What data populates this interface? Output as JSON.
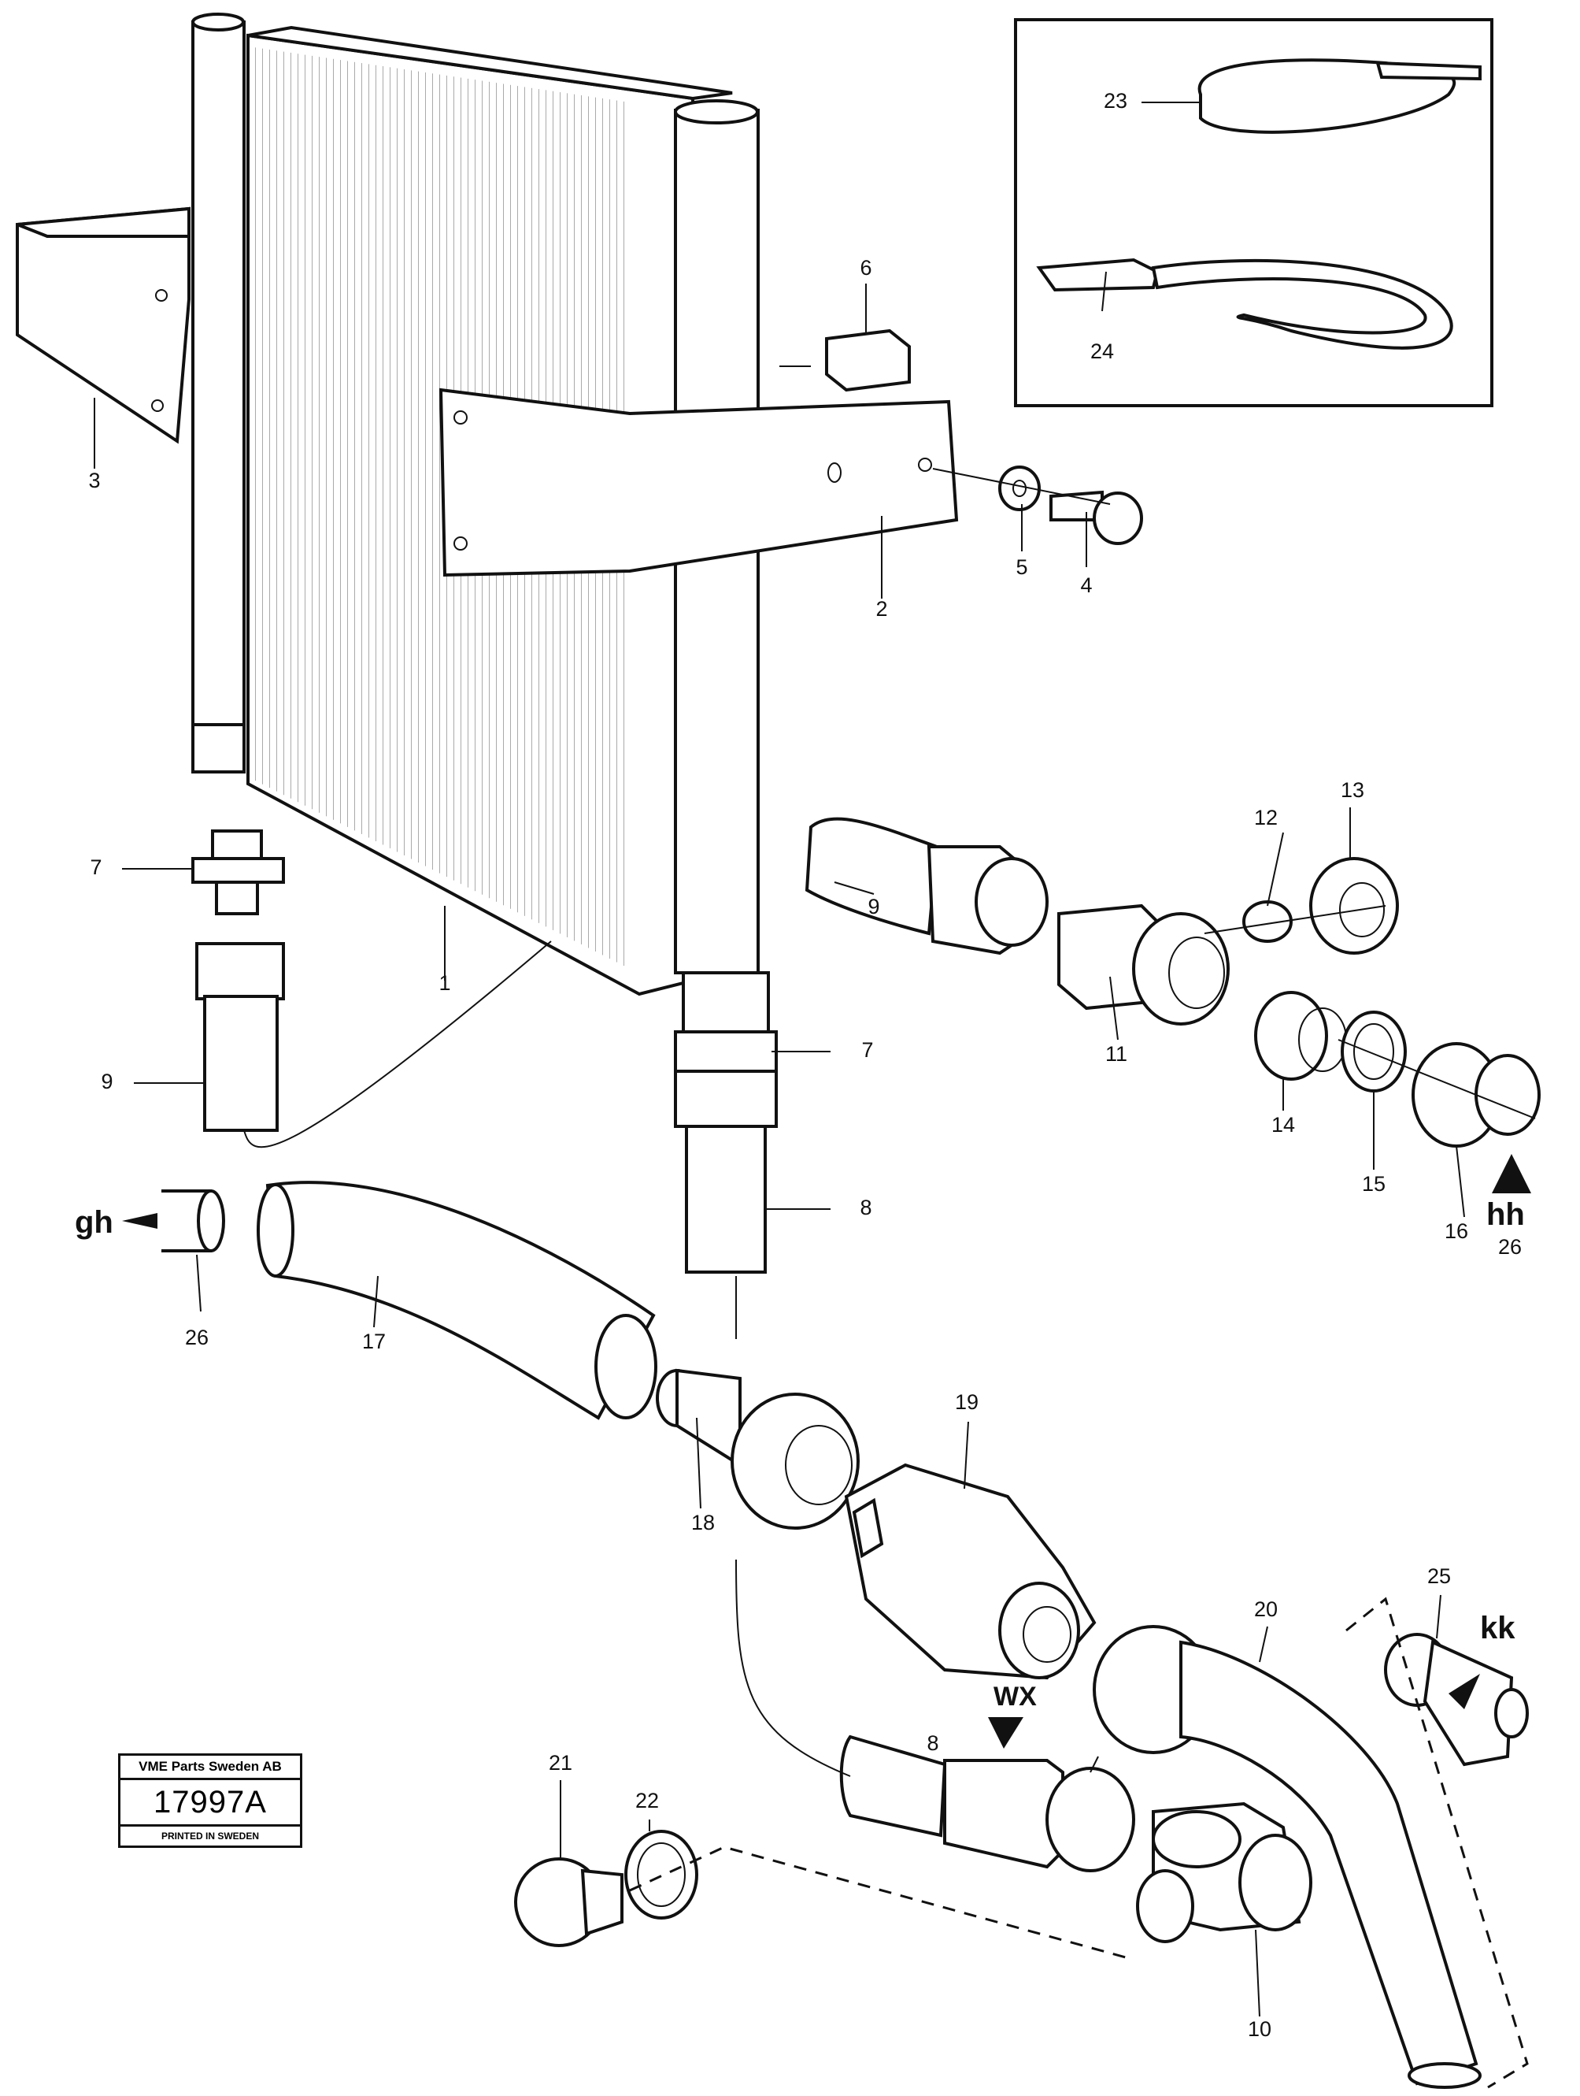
{
  "callouts": {
    "n1": "1",
    "n2": "2",
    "n3": "3",
    "n4": "4",
    "n5": "5",
    "n6": "6",
    "n7a": "7",
    "n7b": "7",
    "n8a": "8",
    "n8b": "8",
    "n9a": "9",
    "n9b": "9",
    "n10": "10",
    "n11": "11",
    "n12": "12",
    "n13": "13",
    "n14": "14",
    "n15": "15",
    "n16": "16",
    "n17": "17",
    "n18": "18",
    "n19": "19",
    "n20": "20",
    "n21": "21",
    "n22": "22",
    "n23": "23",
    "n24": "24",
    "n25": "25",
    "n26a": "26",
    "n26b": "26"
  },
  "markers": {
    "gh": "gh",
    "hh": "hh",
    "kk": "kk",
    "wx": "WX"
  },
  "stamp": {
    "company": "VME Parts Sweden AB",
    "number": "17997A",
    "printed": "PRINTED IN SWEDEN"
  }
}
